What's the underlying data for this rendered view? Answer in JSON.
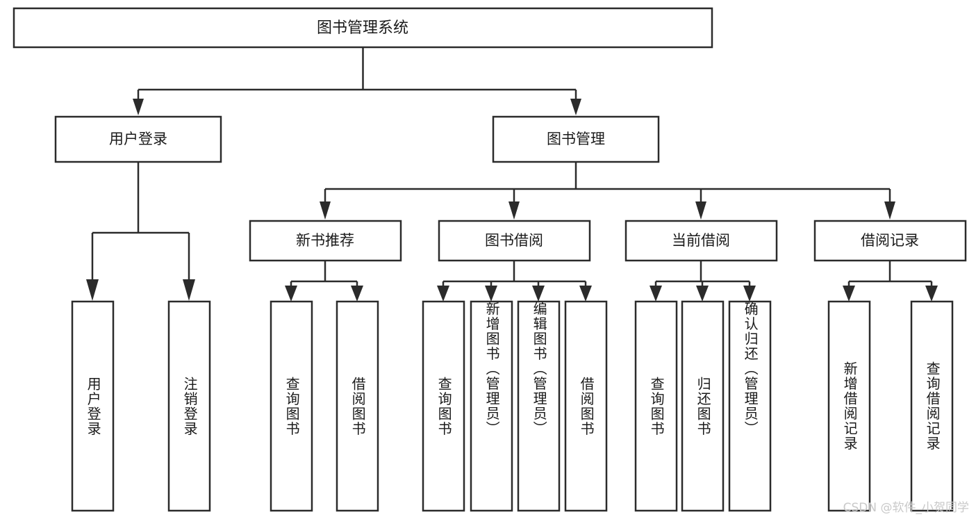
{
  "diagram": {
    "type": "tree-hierarchy-chart",
    "title": "图书管理系统",
    "background_color": "#ffffff",
    "line_color": "#2b2b2b",
    "text_color": "#1a1a1a",
    "levels": {
      "level1": [
        {
          "id": "root",
          "label": "图书管理系统",
          "orientation": "horizontal"
        }
      ],
      "level2": [
        {
          "id": "user-login",
          "label": "用户登录",
          "orientation": "horizontal",
          "parent": "root"
        },
        {
          "id": "book-manage",
          "label": "图书管理",
          "orientation": "horizontal",
          "parent": "root"
        }
      ],
      "level3": [
        {
          "id": "new-book-rec",
          "label": "新书推荐",
          "orientation": "horizontal",
          "parent": "book-manage"
        },
        {
          "id": "book-borrow",
          "label": "图书借阅",
          "orientation": "horizontal",
          "parent": "book-manage"
        },
        {
          "id": "current-borrow",
          "label": "当前借阅",
          "orientation": "horizontal",
          "parent": "book-manage"
        },
        {
          "id": "borrow-record",
          "label": "借阅记录",
          "orientation": "horizontal",
          "parent": "book-manage"
        }
      ],
      "leaves": [
        {
          "id": "leaf-user-login",
          "label": "用户登录",
          "orientation": "vertical",
          "parent": "user-login"
        },
        {
          "id": "leaf-logout",
          "label": "注销登录",
          "orientation": "vertical",
          "parent": "user-login"
        },
        {
          "id": "leaf-query-book-1",
          "label": "查询图书",
          "orientation": "vertical",
          "parent": "new-book-rec"
        },
        {
          "id": "leaf-borrow-book-1",
          "label": "借阅图书",
          "orientation": "vertical",
          "parent": "new-book-rec"
        },
        {
          "id": "leaf-query-book-2",
          "label": "查询图书",
          "orientation": "vertical",
          "parent": "book-borrow"
        },
        {
          "id": "leaf-add-book",
          "label": "新增图书（管理员）",
          "orientation": "vertical",
          "parent": "book-borrow"
        },
        {
          "id": "leaf-edit-book",
          "label": "编辑图书（管理员）",
          "orientation": "vertical",
          "parent": "book-borrow"
        },
        {
          "id": "leaf-borrow-book-2",
          "label": "借阅图书",
          "orientation": "vertical",
          "parent": "book-borrow"
        },
        {
          "id": "leaf-query-book-3",
          "label": "查询图书",
          "orientation": "vertical",
          "parent": "current-borrow"
        },
        {
          "id": "leaf-return-book",
          "label": "归还图书",
          "orientation": "vertical",
          "parent": "current-borrow"
        },
        {
          "id": "leaf-confirm-return",
          "label": "确认归还（管理员）",
          "orientation": "vertical",
          "parent": "current-borrow"
        },
        {
          "id": "leaf-add-record",
          "label": "新增借阅记录",
          "orientation": "vertical",
          "parent": "borrow-record"
        },
        {
          "id": "leaf-query-record",
          "label": "查询借阅记录",
          "orientation": "vertical",
          "parent": "borrow-record"
        }
      ]
    }
  },
  "watermark": {
    "text": "CSDN @软件_小贺同学",
    "color": "#c9c9c9"
  }
}
